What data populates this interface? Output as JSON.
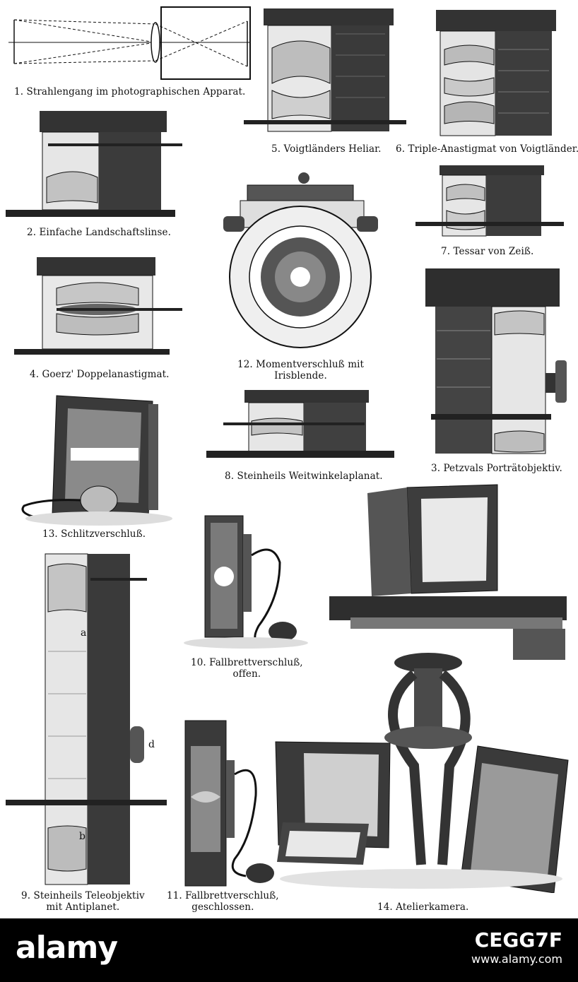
{
  "plate": {
    "captions": {
      "c1": "1. Strahlengang im photographischen Apparat.",
      "c2": "2. Einfache Landschaftslinse.",
      "c3": "3. Petzvals Porträtobjektiv.",
      "c4": "4. Goerz' Doppelanastigmat.",
      "c5": "5. Voigtländers Heliar.",
      "c6": "6. Triple-Anastigmat von Voigtländer.",
      "c7": "7. Tessar von Zeiß.",
      "c8": "8. Steinheils Weitwinkelaplanat.",
      "c9_line1": "9. Steinheils Teleobjektiv",
      "c9_line2": "mit Antiplanet.",
      "c10_line1": "10. Fallbrettverschluß,",
      "c10_line2": "offen.",
      "c11_line1": "11. Fallbrettverschluß,",
      "c11_line2": "geschlossen.",
      "c12_line1": "12. Momentverschluß mit",
      "c12_line2": "Irisblende.",
      "c13": "13. Schlitzverschluß.",
      "c14": "14. Atelierkamera."
    },
    "letters": {
      "a": "a",
      "b": "b",
      "d": "d"
    }
  },
  "watermark": {
    "logo": "alamy",
    "image_id": "CEGG7F",
    "site": "www.alamy.com"
  },
  "colors": {
    "ink": "#1a1a1a",
    "background": "#ffffff",
    "banner": "#000000"
  }
}
